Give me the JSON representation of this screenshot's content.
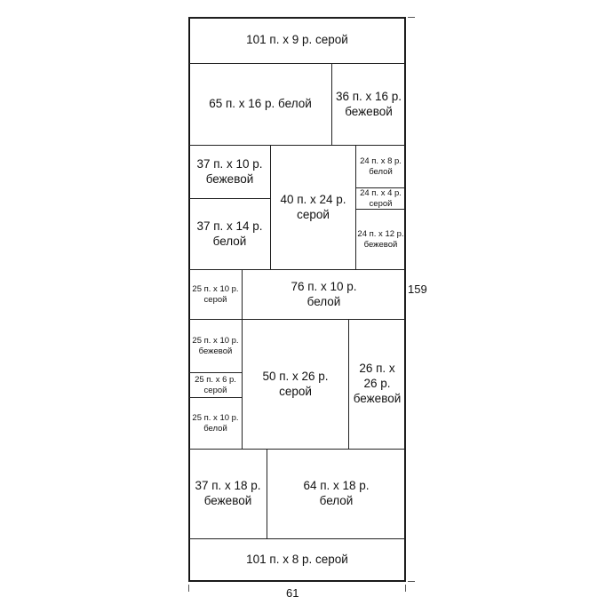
{
  "blocks": {
    "top_strip": "101 п. х 9 р. серой",
    "row2_left": "65 п. х 16 р. белой",
    "row2_right": "36 п. х 16 р.\nбежевой",
    "r3_left_top": "37 п. х 10 р.\nбежевой",
    "r3_center": "40 п. х 24 р.\nсерой",
    "r3_right_a": "24 п. х 8 р.\nбелой",
    "r3_right_b": "24 п. х 4 р.\nсерой",
    "r3_left_bottom": "37 п. х 14 р.\nбелой",
    "r3_right_c": "24 п. х 12 р.\nбежевой",
    "r4_left": "25 п. х 10 р.\nсерой",
    "r4_wide": "76 п. х 10 р.\nбелой",
    "r5_left_a": "25 п. х 10 р.\nбежевой",
    "r5_center": "50 п. х 26 р.\nсерой",
    "r5_right": "26 п. х\n26 р.\nбежевой",
    "r5_left_b": "25 п. х 6 р.\nсерой",
    "r5_left_c": "25 п. х 10 р.\nбелой",
    "r6_left": "37 п. х 18 р.\nбежевой",
    "r6_right": "64 п. х 18 р.\nбелой",
    "bottom_strip": "101 п. х 8 р. серой"
  },
  "dimensions": {
    "height": "159",
    "width": "61"
  }
}
